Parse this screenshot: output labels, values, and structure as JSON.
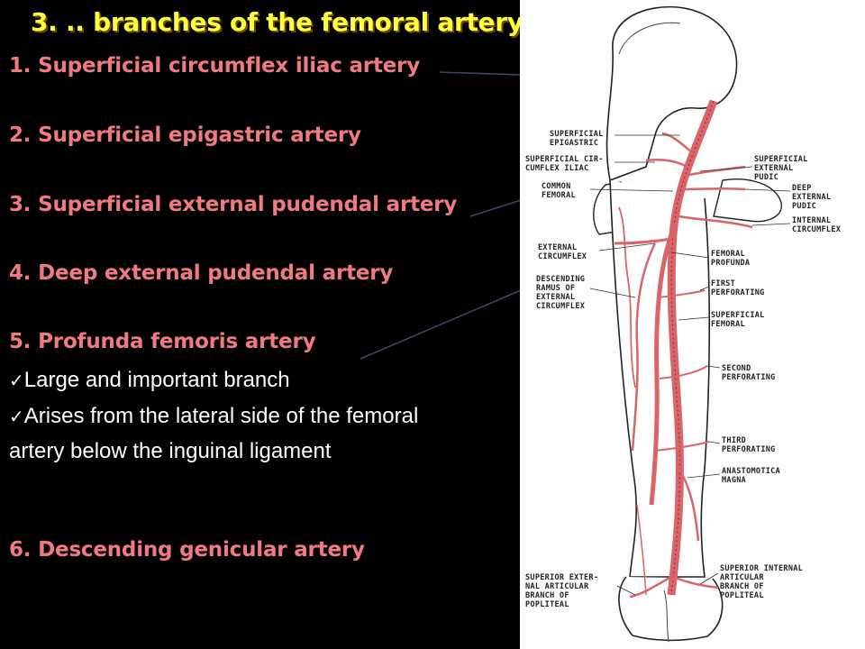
{
  "slide": {
    "title": "3. .. branches of the femoral artery",
    "branches": [
      "1. Superficial circumflex iliac artery",
      "2. Superficial epigastric artery",
      "3. Superficial external pudendal artery",
      "4. Deep external pudendal artery",
      "5. Profunda femoris artery",
      "6. Descending genicular artery"
    ],
    "bullets": [
      "Large and important branch",
      "Arises from the lateral side of the femoral artery below the inguinal ligament"
    ],
    "check_glyph": "✓"
  },
  "figure": {
    "labels_left": [
      "SUPERFICIAL\nEPIGASTRIC",
      "SUPERFICIAL CIR-\nCUMFLEX ILIAC",
      "COMMON\nFEMORAL",
      "EXTERNAL\nCIRCUMFLEX",
      "DESCENDING\nRAMUS OF\nEXTERNAL\nCIRCUMFLEX",
      "SUPERIOR EXTER-\nNAL ARTICULAR\nBRANCH OF\nPOPLITEAL"
    ],
    "labels_right": [
      "SUPERFICIAL\nEXTERNAL\nPUDIC",
      "DEEP\nEXTERNAL\nPUDIC",
      "INTERNAL\nCIRCUMFLEX",
      "FEMORAL\nPROFUNDA",
      "FIRST\nPERFORATING",
      "SUPERFICIAL\nFEMORAL",
      "SECOND\nPERFORATING",
      "THIRD\nPERFORATING",
      "ANASTOMOTICA\nMAGNA",
      "SUPERIOR INTERNAL\nARTICULAR\nBRANCH OF\nPOPLITEAL"
    ]
  },
  "colors": {
    "title": "#ffff3a",
    "branch": "#f07a80",
    "bullet": "#ffffff",
    "artery": "#d9646a",
    "background": "#000000"
  }
}
